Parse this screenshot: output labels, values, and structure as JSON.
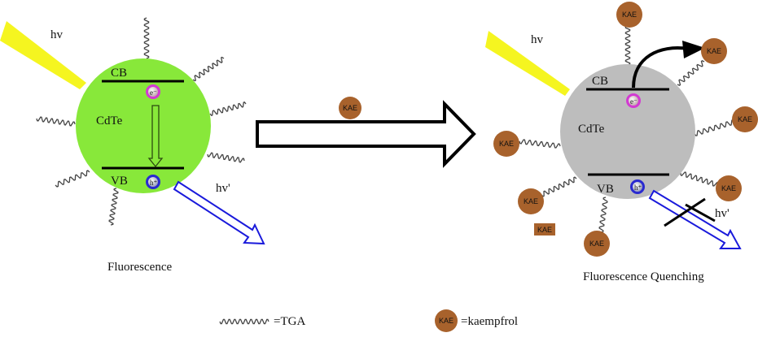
{
  "left_panel": {
    "light_label": "hv",
    "emission_label": "hv'",
    "cb_label": "CB",
    "vb_label": "VB",
    "particle_label": "CdTe",
    "electron_label": "e-",
    "hole_label": "h+",
    "caption": "Fluorescence"
  },
  "middle": {
    "added_label": "KAE"
  },
  "right_panel": {
    "light_label": "hv",
    "emission_label": "hv'",
    "cb_label": "CB",
    "vb_label": "VB",
    "particle_label": "CdTe",
    "electron_label": "e-",
    "hole_label": "h+",
    "kae_label": "KAE",
    "free_kae_label": "KAE",
    "caption": "Fluorescence Quenching"
  },
  "legend": {
    "tga": "=TGA",
    "kae_symbol": "KAE",
    "kae": "=kaempfrol"
  },
  "colors": {
    "fluorescent_particle": "#88e83a",
    "quenched_particle": "#bdbdbd",
    "light_beam": "#f5f520",
    "emission_arrow": "#1a1adb",
    "kae": "#a8622c",
    "electron": "#d23ad2",
    "hole": "#2a2ad0"
  }
}
